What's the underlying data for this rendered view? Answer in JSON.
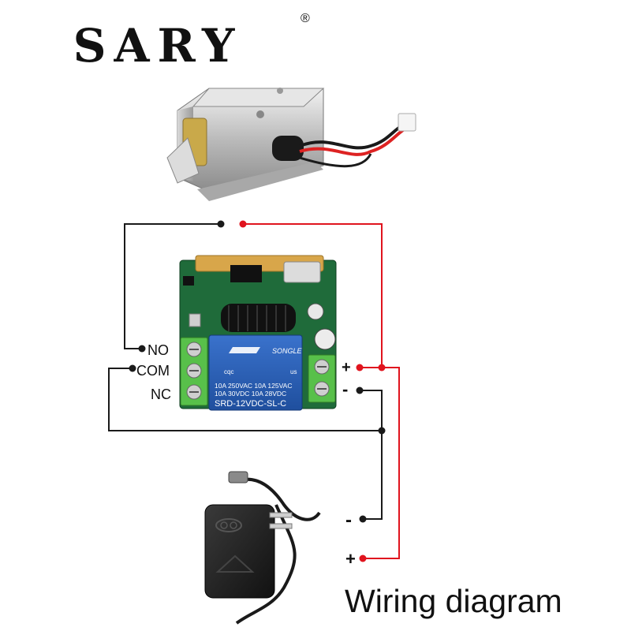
{
  "brand": {
    "name": "SARY",
    "registered_mark": "®"
  },
  "terminals": {
    "no": "NO",
    "com": "COM",
    "nc": "NC",
    "plus": "+",
    "minus": "-"
  },
  "relay": {
    "brand": "SONGLE",
    "rating_1": "10A 250VAC  10A 125VAC",
    "rating_2": "10A  30VDC  10A  28VDC",
    "model": "SRD-12VDC-SL-C",
    "marks": "cqc",
    "cert": "us"
  },
  "power_supply": {
    "plus": "+",
    "minus": "-"
  },
  "caption": "Wiring diagram",
  "colors": {
    "positive_wire": "#e0141e",
    "negative_wire": "#1a1a1a",
    "board": "#1f6b3a",
    "terminal": "#58c04a",
    "relay": "#2a5bb0"
  }
}
